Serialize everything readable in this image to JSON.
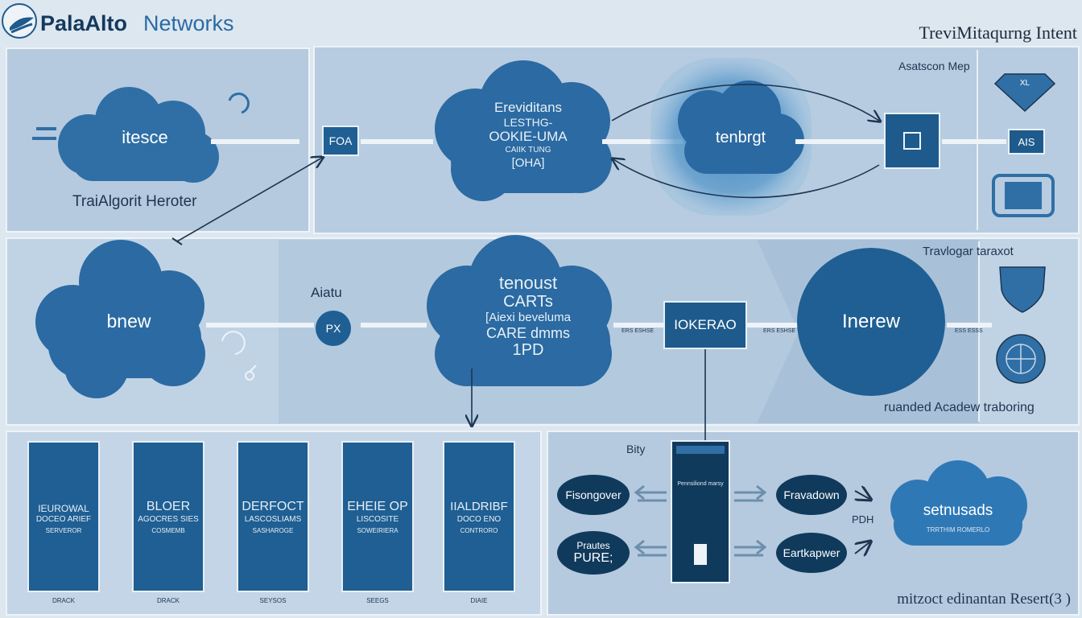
{
  "header": {
    "brand_bold": "PalaAlto",
    "brand_light": "Networks",
    "title": "TreviMitaqurng Intent"
  },
  "top_left": {
    "cloud": "itesce",
    "caption": "TraiAlgorit Heroter"
  },
  "top_main": {
    "tag": "FOA",
    "cloud_lines": [
      "Ereviditans",
      "LESTHG-",
      "OOKIE-UMA",
      "CAIIK TUNG",
      "[OHA]"
    ],
    "glow_cloud": "tenbrgt",
    "map_label": "Asatscon Mep",
    "badge": "AIS",
    "diamond": "XL"
  },
  "middle": {
    "left_cloud": "bnew",
    "ax_label": "Aiatu",
    "px": "PX",
    "center_cloud_lines": [
      "tenoust",
      "CARTs",
      "[Aiexi beveluma",
      "CARE dmms",
      "1PD"
    ],
    "center_box": "IOKERAO",
    "big_circle": "Inerew",
    "right_label": "Travlogar taraxot",
    "footer_label": "ruanded Acadew traboring",
    "tiny_left": "ERS ESHSE",
    "tiny_mid": "ERS ESHSE",
    "tiny_right": "ESS ESSS"
  },
  "columns": [
    {
      "lines": [
        "IEUROWAL",
        "DOCEO ARIEF",
        "SERVEROR"
      ],
      "sub": "DRACK"
    },
    {
      "lines": [
        "BLOER",
        "AGOCRES SIES",
        "COSMEMB"
      ],
      "sub": "DRACK"
    },
    {
      "lines": [
        "DERFOCT",
        "LASCOSLIAMS",
        "SASHAROGE"
      ],
      "sub": "SEYSOS"
    },
    {
      "lines": [
        "EHEIE OP",
        "LISCOSITE",
        "SOWEIRIERA"
      ],
      "sub": "SEEGS"
    },
    {
      "lines": [
        "IIALDRIBF",
        "DOCO ENO",
        "CONTRORO"
      ],
      "sub": "DIAIE"
    }
  ],
  "bottom_right": {
    "bity": "Bity",
    "left_oval_1": "Fisongover",
    "left_oval_2_a": "Prautes",
    "left_oval_2_b": "PURE;",
    "server_label": "Pennsiliond marsy",
    "right_oval_1": "Fravadown",
    "right_oval_2": "Eartkapwer",
    "pdh": "PDH",
    "cloud_title": "setnusads",
    "cloud_sub": "TRRTHIM ROMERLO",
    "footer": "mitzoct edinantan Resert(3 )"
  }
}
